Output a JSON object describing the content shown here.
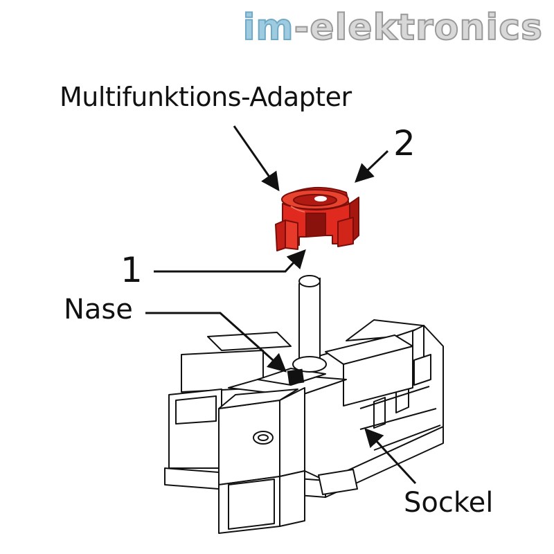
{
  "logo": {
    "prefix": "im",
    "suffix": "-elektronics",
    "prefix_color": "#9ecbe0",
    "suffix_color": "#d8d8d8"
  },
  "labels": {
    "adapter": "Multifunktions-Adapter",
    "nase": "Nase",
    "sockel": "Sockel",
    "marker_1": "1",
    "marker_2": "2"
  },
  "colors": {
    "adapter_red": "#e02a1f",
    "line": "#111111",
    "body_fill": "#ffffff"
  },
  "icons": [
    "multifunction-adapter-part",
    "switch-base-socket",
    "shaft",
    "nose-tab"
  ]
}
